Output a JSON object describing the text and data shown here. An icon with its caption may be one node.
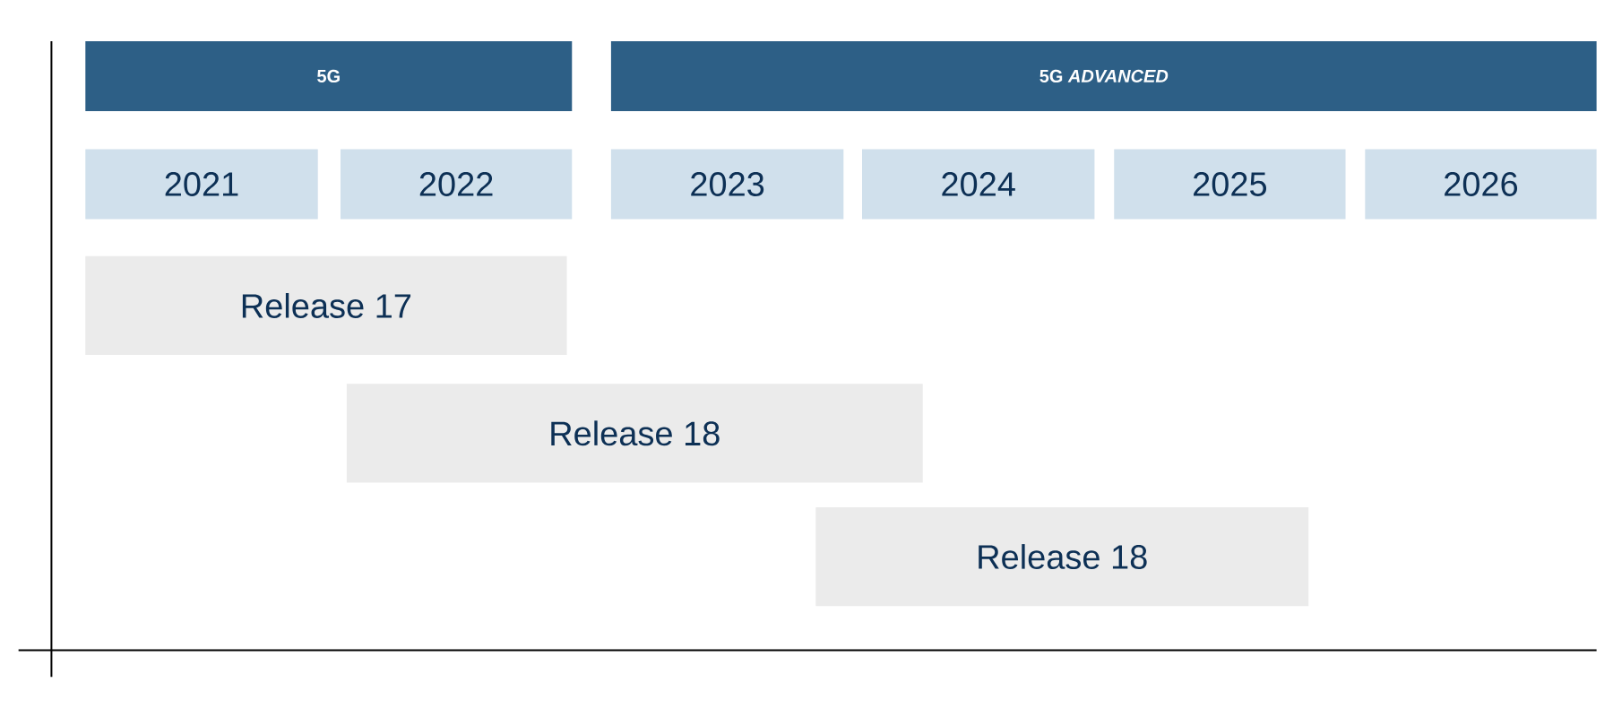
{
  "diagram": {
    "nodes": [
      {
        "text": [
          "5G"
        ]
      },
      {
        "text": [
          "5G *ADVANCED*"
        ]
      },
      {
        "text": [
          "2021"
        ]
      },
      {
        "text": [
          "2022"
        ]
      },
      {
        "text": [
          "2023"
        ]
      },
      {
        "text": [
          "2024"
        ]
      },
      {
        "text": [
          "2025"
        ]
      },
      {
        "text": [
          "2026"
        ]
      },
      {
        "text": [
          "Release 17"
        ]
      },
      {
        "text": [
          "Release 18"
        ]
      },
      {
        "text": [
          "Release 18"
        ]
      }
    ]
  }
}
